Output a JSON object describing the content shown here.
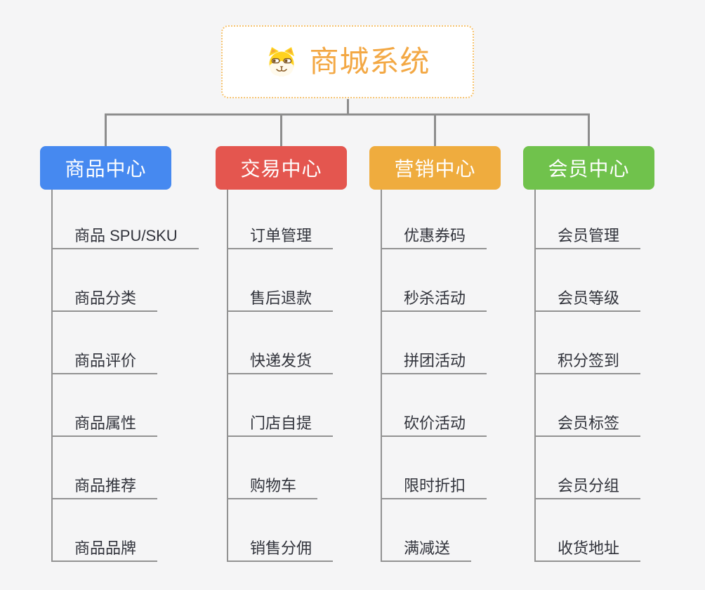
{
  "app": {
    "type": "mindmap",
    "background": "#F5F5F6"
  },
  "colors": {
    "connector": "#8D8D8D",
    "child_line": "#929292",
    "item_text": "#31333B",
    "root_text": "#F3A844",
    "root_border": "#F6C36F"
  },
  "root": {
    "title": "商城系统",
    "icon": "dog-face-icon"
  },
  "branches": [
    {
      "label": "商品中心",
      "color": "#4689F0",
      "items": [
        "商品 SPU/SKU",
        "商品分类",
        "商品评价",
        "商品属性",
        "商品推荐",
        "商品品牌"
      ]
    },
    {
      "label": "交易中心",
      "color": "#E4564F",
      "items": [
        "订单管理",
        "售后退款",
        "快递发货",
        "门店自提",
        "购物车",
        "销售分佣"
      ]
    },
    {
      "label": "营销中心",
      "color": "#EFAC3E",
      "items": [
        "优惠券码",
        "秒杀活动",
        "拼团活动",
        "砍价活动",
        "限时折扣",
        "满减送"
      ]
    },
    {
      "label": "会员中心",
      "color": "#70C24C",
      "items": [
        "会员管理",
        "会员等级",
        "积分签到",
        "会员标签",
        "会员分组",
        "收货地址"
      ]
    }
  ]
}
